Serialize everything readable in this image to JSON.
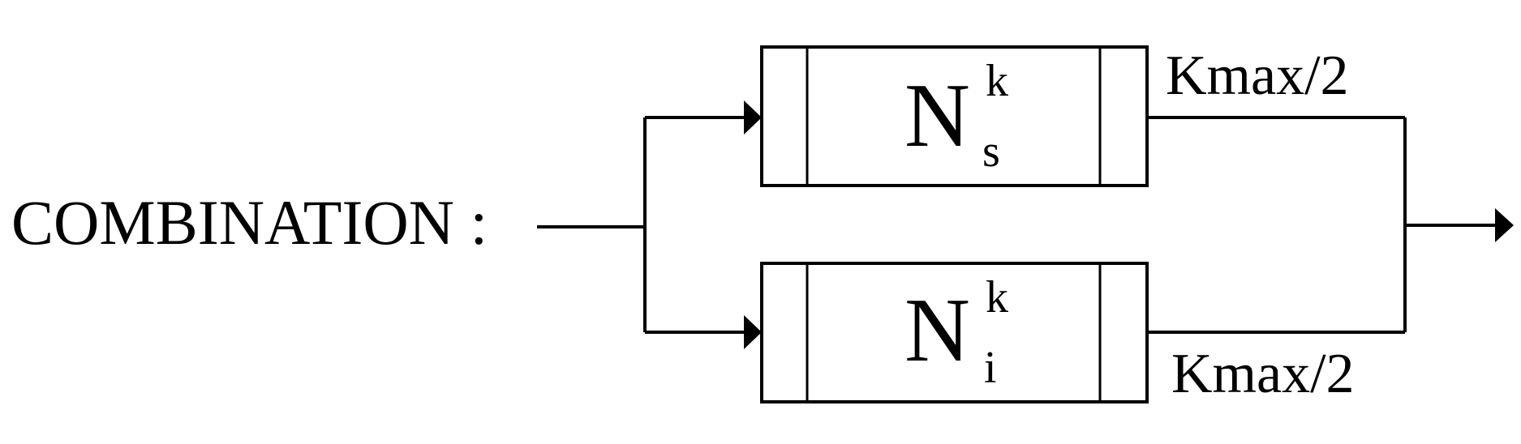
{
  "diagram": {
    "label": "COMBINATION :",
    "upper_block": {
      "symbol": "N",
      "superscript": "k",
      "subscript": "s",
      "output_label": "Kmax/2"
    },
    "lower_block": {
      "symbol": "N",
      "superscript": "k",
      "subscript": "i",
      "output_label": "Kmax/2"
    }
  }
}
